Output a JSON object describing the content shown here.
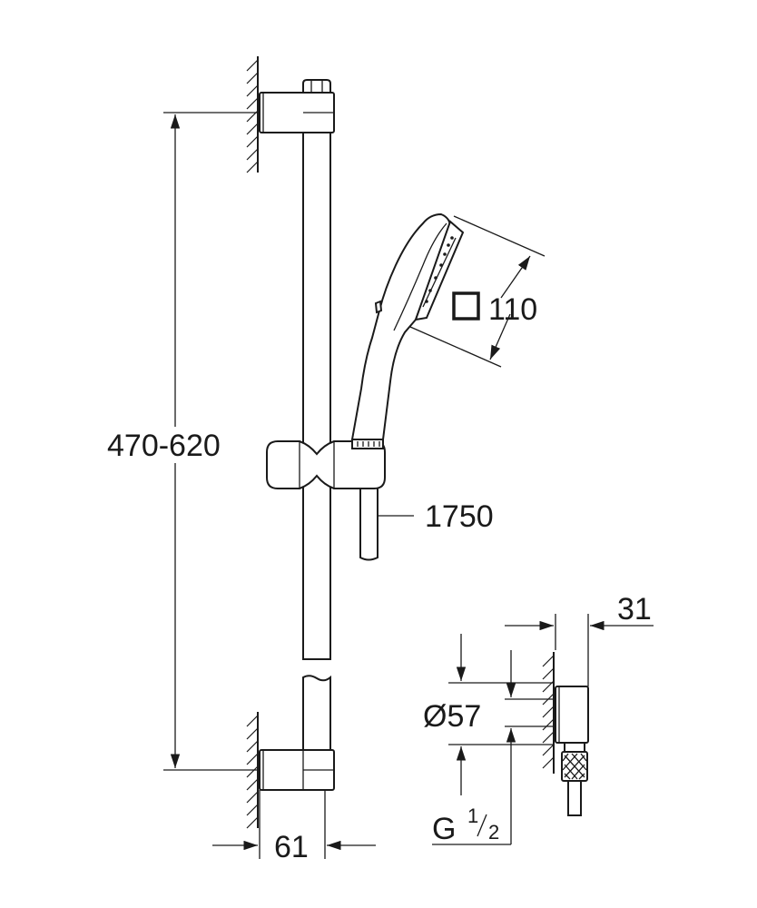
{
  "dimensions": {
    "rail_height": "470-620",
    "head_size_symbol": "□",
    "head_size": "110",
    "hose_length": "1750",
    "wall_offset": "61",
    "outlet_depth": "31",
    "outlet_diameter": "Ø57",
    "thread_prefix": "G",
    "thread_num": "1",
    "thread_den": "2"
  }
}
